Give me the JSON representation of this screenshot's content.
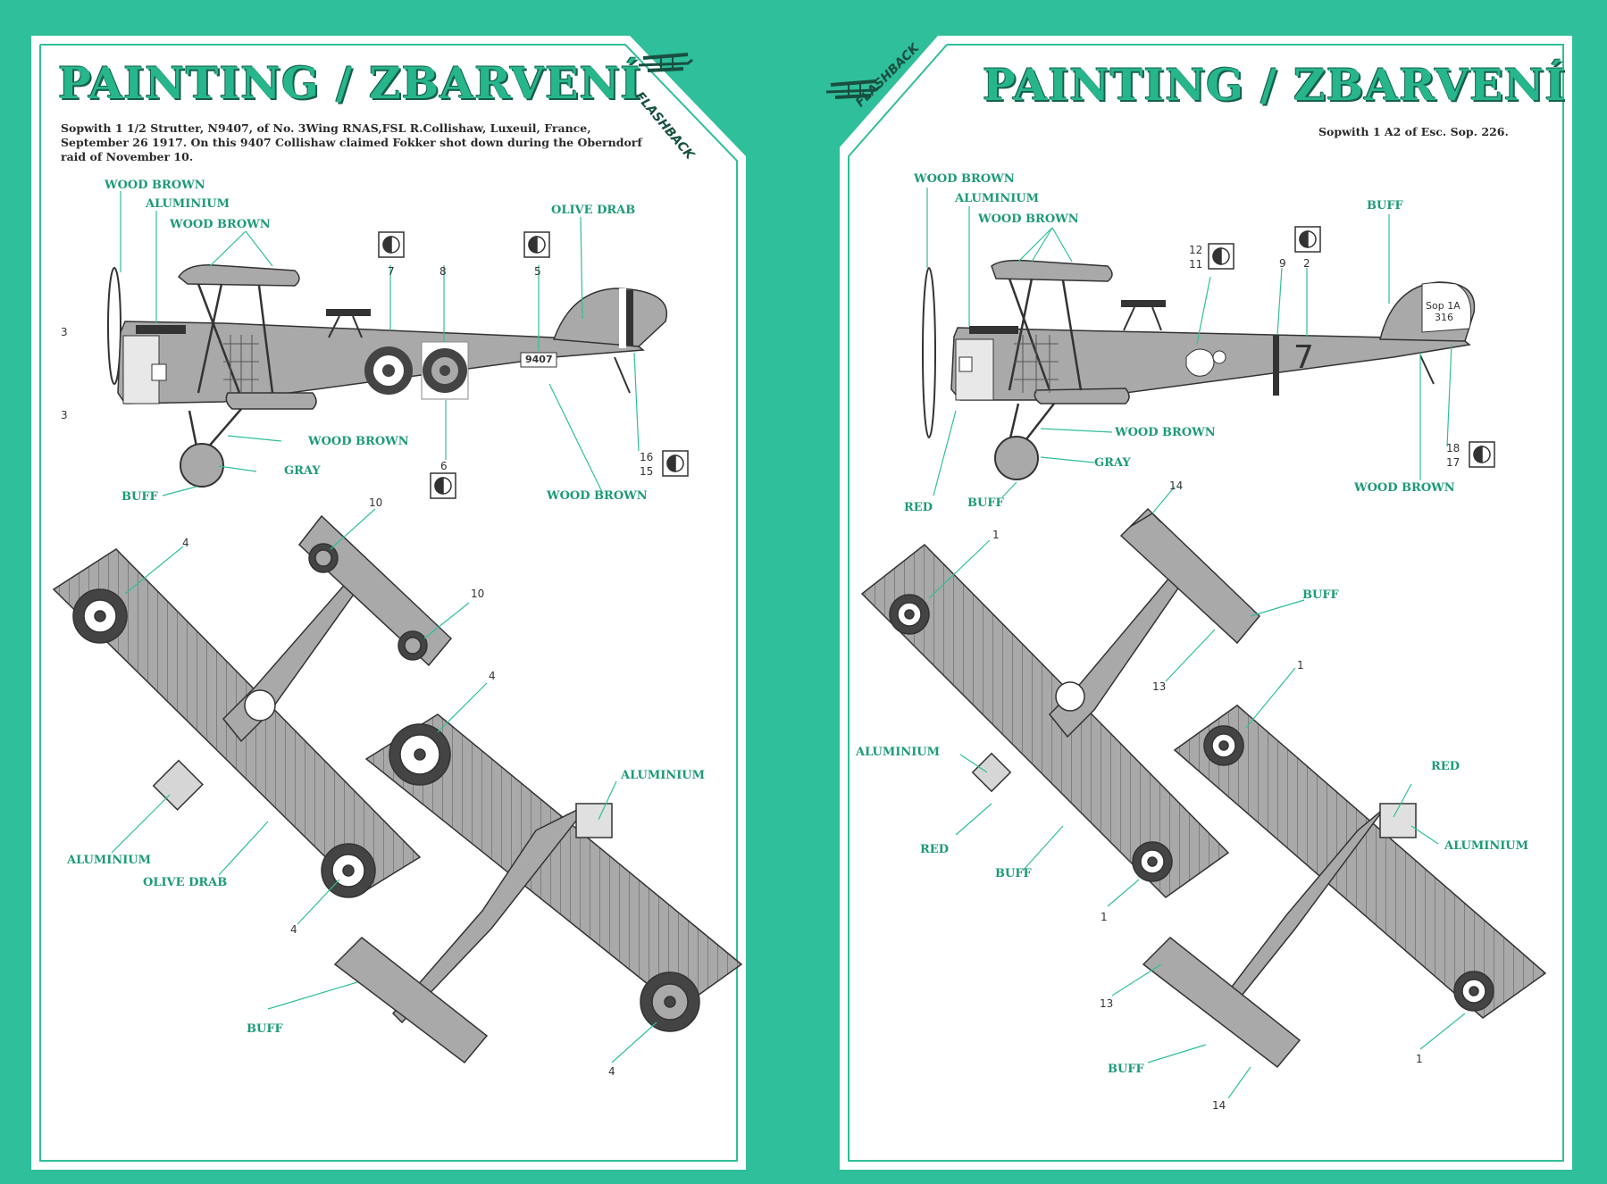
{
  "left": {
    "title": "PAINTING / ZBARVENÍ",
    "brand": "FLASHBACK",
    "caption": [
      "Sopwith 1 1/2 Strutter, N9407, of No. 3Wing RNAS,FSL R.Collishaw, Luxeuil, France,",
      "September 26 1917. On this 9407 Collishaw claimed Fokker shot down during the Oberndorf",
      "raid of November 10."
    ],
    "serial": "9407",
    "labels": {
      "wood_brown_1": "WOOD BROWN",
      "aluminium_1": "ALUMINIUM",
      "wood_brown_2": "WOOD BROWN",
      "olive_drab_1": "OLIVE DRAB",
      "wood_brown_3": "WOOD BROWN",
      "gray": "GRAY",
      "buff_1": "BUFF",
      "wood_brown_4": "WOOD BROWN",
      "aluminium_2": "ALUMINIUM",
      "aluminium_3": "ALUMINIUM",
      "olive_drab_2": "OLIVE DRAB",
      "buff_2": "BUFF"
    },
    "numbers": {
      "n3a": "3",
      "n3b": "3",
      "n7": "7",
      "n8": "8",
      "n5": "5",
      "n6": "6",
      "n16": "16",
      "n15": "15",
      "n10a": "10",
      "n10b": "10",
      "n4a": "4",
      "n4b": "4",
      "n4c": "4",
      "n4d": "4"
    }
  },
  "right": {
    "title": "PAINTING / ZBARVENÍ",
    "brand": "FLASHBACK",
    "caption": "Sopwith 1 A2 of Esc. Sop. 226.",
    "tail_text": [
      "Sop 1A",
      "316"
    ],
    "fuselage_number": "7",
    "labels": {
      "wood_brown_1": "WOOD BROWN",
      "aluminium_1": "ALUMINIUM",
      "wood_brown_2": "WOOD BROWN",
      "buff_1": "BUFF",
      "wood_brown_3": "WOOD BROWN",
      "gray": "GRAY",
      "red_1": "RED",
      "buff_2": "BUFF",
      "wood_brown_4": "WOOD BROWN",
      "buff_3": "BUFF",
      "aluminium_2": "ALUMINIUM",
      "red_2": "RED",
      "buff_4": "BUFF",
      "red_3": "RED",
      "aluminium_3": "ALUMINIUM",
      "buff_5": "BUFF"
    },
    "numbers": {
      "n12": "12",
      "n11": "11",
      "n9": "9",
      "n2": "2",
      "n18": "18",
      "n17": "17",
      "n14a": "14",
      "n1a": "1",
      "n13a": "13",
      "n1b": "1",
      "n1c": "1",
      "n13b": "13",
      "n14b": "14",
      "n1d": "1"
    }
  },
  "colors": {
    "background": "#2fbf9a",
    "title": "#27b58c",
    "label": "#1c9a78",
    "aircraft_gray": "#a9a9a9",
    "dark": "#333333"
  }
}
